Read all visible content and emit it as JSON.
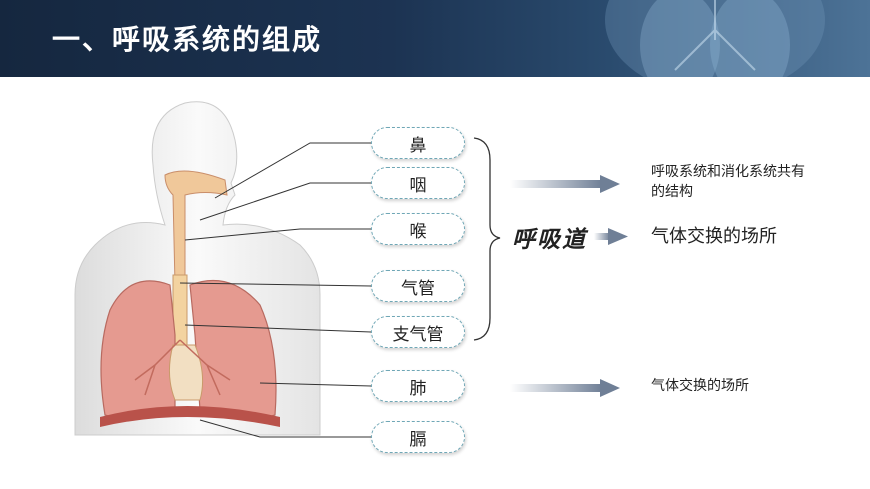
{
  "header": {
    "title": "一、呼吸系统的组成"
  },
  "parts": [
    {
      "label": "鼻"
    },
    {
      "label": "咽"
    },
    {
      "label": "喉"
    },
    {
      "label": "气管"
    },
    {
      "label": "支气管"
    },
    {
      "label": "肺"
    },
    {
      "label": "膈"
    }
  ],
  "airway": {
    "label": "呼吸道",
    "note_shared": "呼吸系统和消化系统共有的结构",
    "note_function": "气体交换的场所"
  },
  "lung": {
    "note_function": "气体交换的场所"
  },
  "colors": {
    "header_bg": "#1c3352",
    "label_border": "#6fa7b6",
    "arrow": "#7b8ba0",
    "lung_fill": "#e59a90"
  }
}
